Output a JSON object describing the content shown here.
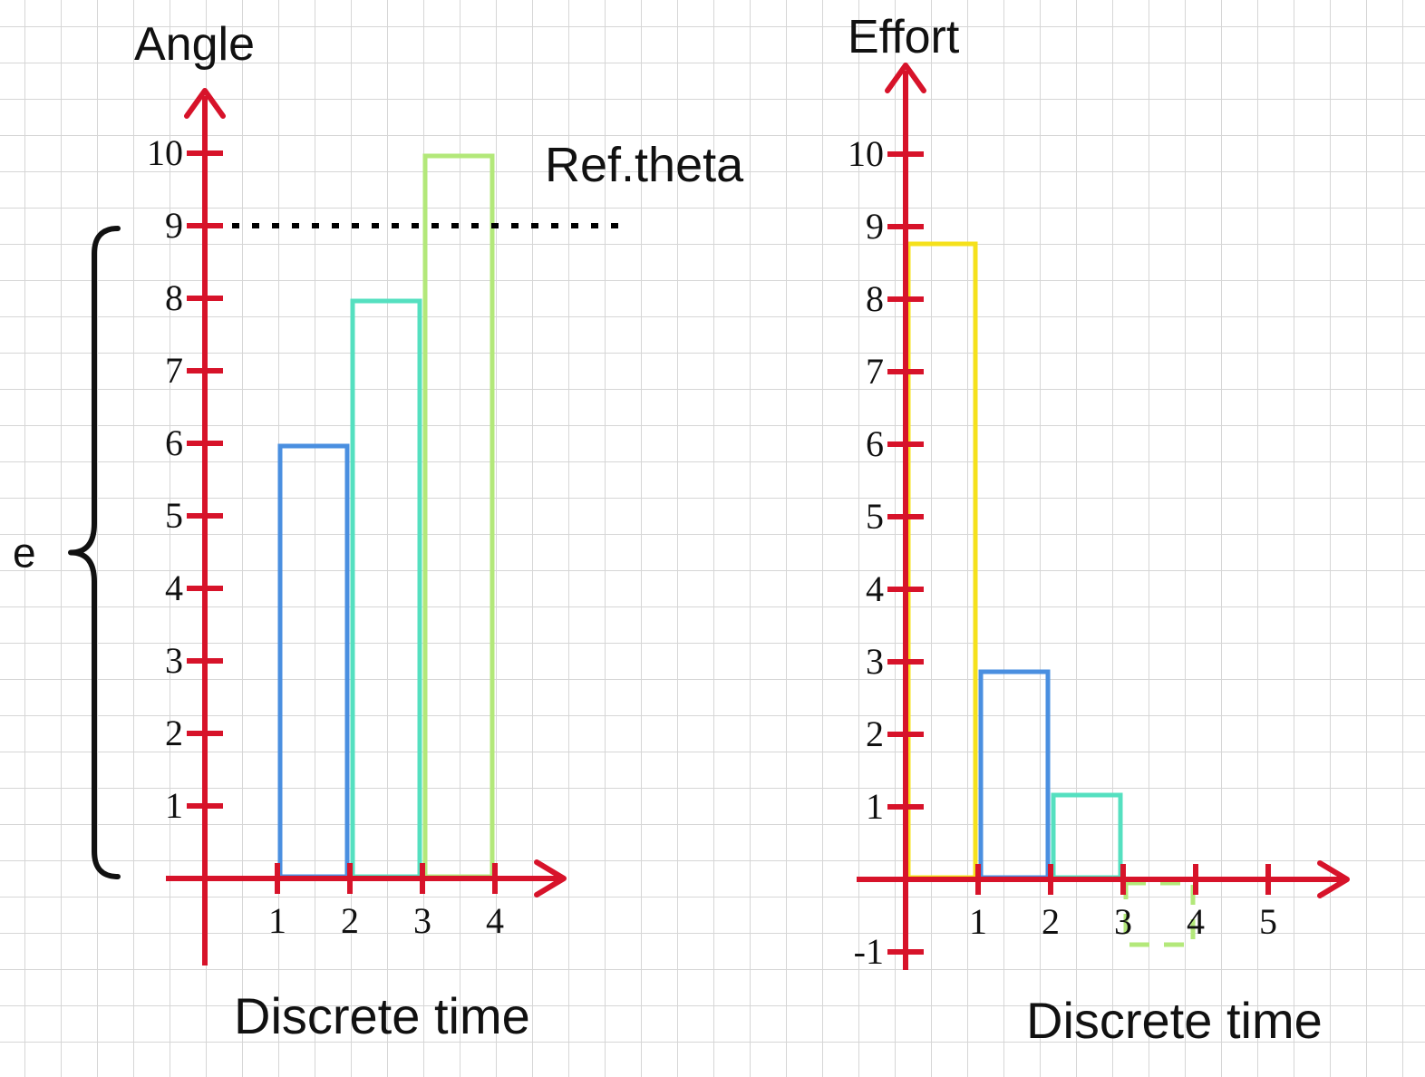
{
  "colors": {
    "axis": "#d7132a",
    "text": "#111111",
    "reference_line": "#000000"
  },
  "chart_data": [
    {
      "type": "bar",
      "ylabel": "Angle",
      "xlabel": "Discrete time",
      "x_ticks": [
        "1",
        "2",
        "3",
        "4"
      ],
      "y_ticks": [
        "1",
        "2",
        "3",
        "4",
        "5",
        "6",
        "7",
        "8",
        "9",
        "10"
      ],
      "ylim": [
        -1.2,
        10.8
      ],
      "xlim": [
        -0.5,
        5
      ],
      "bars": [
        {
          "x_start": 1,
          "x_end": 2,
          "value": 6,
          "color": "#4a8fe0",
          "dashed": false
        },
        {
          "x_start": 2,
          "x_end": 3,
          "value": 8,
          "color": "#55e0c0",
          "dashed": false
        },
        {
          "x_start": 3,
          "x_end": 4,
          "value": 10,
          "color": "#b3e87a",
          "dashed": false
        }
      ],
      "reference": {
        "label": "Ref.theta",
        "value": 9
      },
      "brace": {
        "label": "e",
        "from": 0,
        "to": 9
      }
    },
    {
      "type": "bar",
      "ylabel": "Effort",
      "xlabel": "Discrete time",
      "x_ticks": [
        "1",
        "2",
        "3",
        "4",
        "5"
      ],
      "y_ticks": [
        "-1",
        "1",
        "2",
        "3",
        "4",
        "5",
        "6",
        "7",
        "8",
        "9",
        "10"
      ],
      "ylim": [
        -1.3,
        10.9
      ],
      "xlim": [
        -0.5,
        6
      ],
      "bars": [
        {
          "x_start": 0,
          "x_end": 1,
          "value": 8.8,
          "color": "#f5e11c",
          "dashed": false
        },
        {
          "x_start": 1,
          "x_end": 2,
          "value": 2.9,
          "color": "#4a8fe0",
          "dashed": false
        },
        {
          "x_start": 2,
          "x_end": 3,
          "value": 1.2,
          "color": "#55e0c0",
          "dashed": false
        },
        {
          "x_start": 3,
          "x_end": 4,
          "value": -0.9,
          "color": "#b3e87a",
          "dashed": true
        }
      ]
    }
  ]
}
